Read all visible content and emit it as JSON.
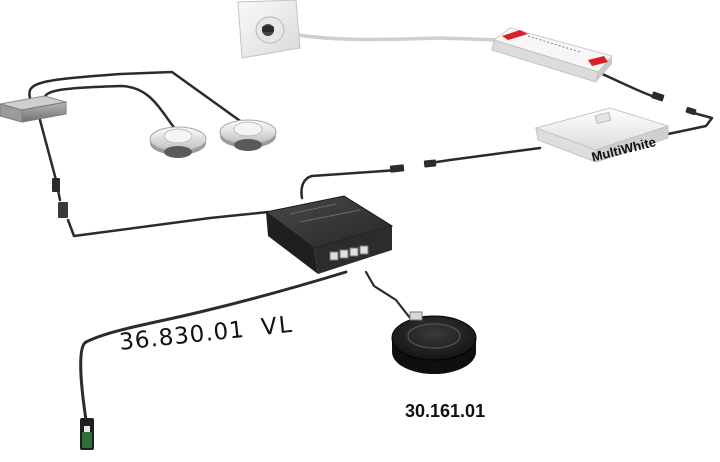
{
  "labels": {
    "cable_part_number": "36.830.01",
    "cable_suffix": "VL",
    "sensor_part_number": "30.161.01",
    "driver_brand": "MultiWhite"
  },
  "components": [
    "wall-socket",
    "power-supply",
    "led-driver",
    "distributor-box",
    "spot-light-1",
    "spot-light-2",
    "controller-unit",
    "touch-sensor",
    "cable-end-connector"
  ],
  "colors": {
    "cable": "#2b2b2b",
    "device_body": "#2e2e2e",
    "device_light": "#f2f2f2",
    "accent_red": "#d8202a",
    "connector_green": "#2f6e3a"
  }
}
